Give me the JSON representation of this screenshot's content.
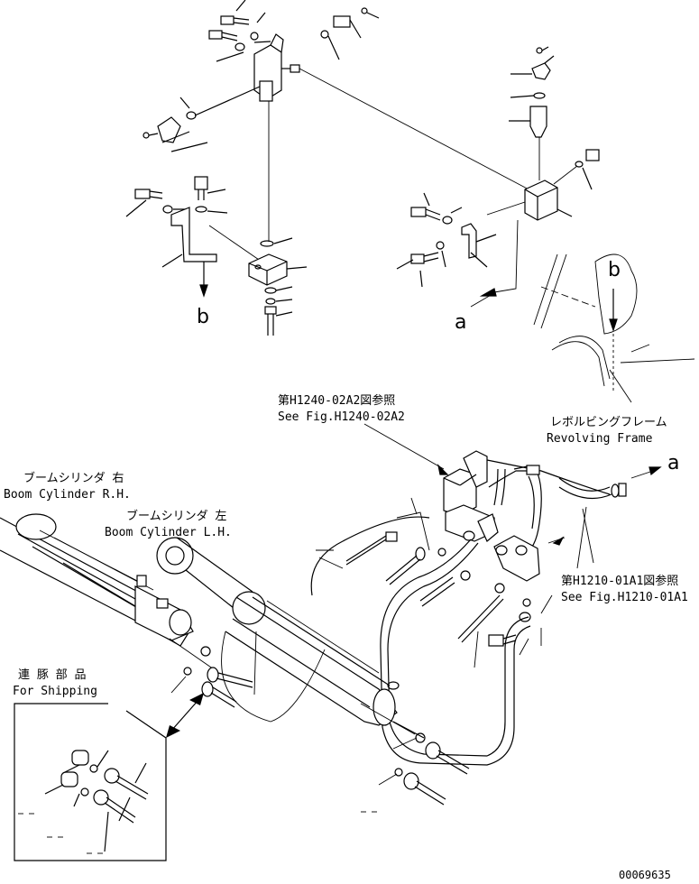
{
  "labels": {
    "view_b_top": "b",
    "view_b_bottom": "b",
    "view_a_left": "a",
    "view_a_right": "a",
    "ref1_jp": "第H1240-02A2図参照",
    "ref1_en": "See Fig.H1240-02A2",
    "frame_jp": "レボルビングフレーム",
    "frame_en": "Revolving Frame",
    "boom_rh_jp": "ブームシリンダ 右",
    "boom_rh_en": "Boom Cylinder R.H.",
    "boom_lh_jp": "ブームシリンダ 左",
    "boom_lh_en": "Boom Cylinder L.H.",
    "ref2_jp": "第H1210-01A1図参照",
    "ref2_en": "See Fig.H1210-01A1",
    "shipping_jp": "連 豚 部 品",
    "shipping_en": "For Shipping",
    "drawing_no": "00069635"
  },
  "icons": {
    "leader_dash": "dash-icon"
  }
}
